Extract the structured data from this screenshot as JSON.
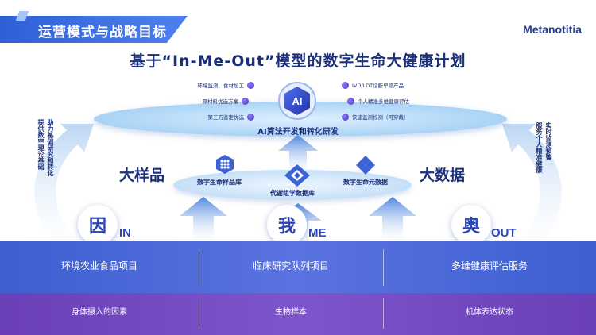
{
  "header": {
    "section_title": "运营模式与战略目标",
    "logo_text": "Metanotitia"
  },
  "main_title": "基于“In-Me-Out”模型的数字生命大健康计划",
  "ai_platform": {
    "icon_text": "AI",
    "caption": "AI算法开发和转化研发",
    "left_points": [
      "环境监测、食材加工",
      "原材料优选方案",
      "第三方鉴定优选"
    ],
    "right_points": [
      "IVD/LDT诊断早筛产品",
      "个人精准多维健康评估",
      "快速监测检测（可穿戴）"
    ]
  },
  "side_text": {
    "left_col1": "提供数字理论基础",
    "left_col2": "助力基础研究和转化",
    "right_col1": "实时监测预警",
    "right_col2": "服务个人精准健康"
  },
  "databases": {
    "left_word": "大样品",
    "right_word": "大数据",
    "left": "数字生命样品库",
    "center": "代谢组学数据库",
    "right": "数字生命元数据"
  },
  "pillars": [
    {
      "char": "因",
      "tag": "IN",
      "project": "环境农业食品项目",
      "desc": "身体摄入的因素"
    },
    {
      "char": "我",
      "tag": "ME",
      "project": "临床研究队列项目",
      "desc": "生物样本"
    },
    {
      "char": "奥",
      "tag": "OUT",
      "project": "多维健康评估服务",
      "desc": "机体表达状态"
    }
  ],
  "colors": {
    "navy": "#1b2f7a",
    "header_blue": "#2e5fd6",
    "band_blue": "#4a66d8",
    "band_purple": "#7048bf",
    "dot_purple": "#5a45d6"
  }
}
